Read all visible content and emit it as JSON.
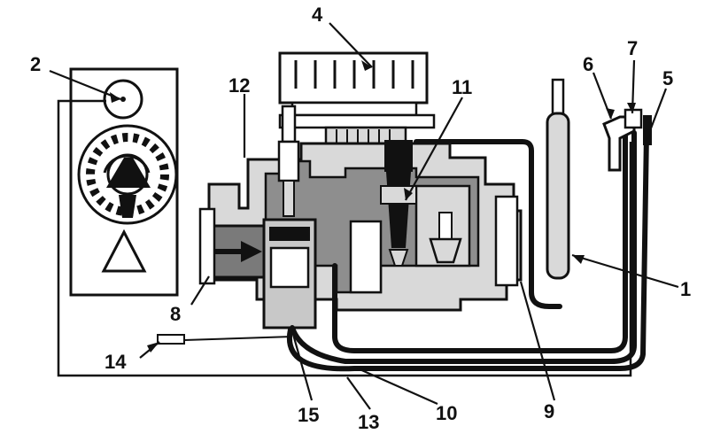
{
  "callouts": {
    "c1": "1",
    "c2": "2",
    "c4": "4",
    "c5": "5",
    "c6": "6",
    "c7": "7",
    "c8": "8",
    "c9": "9",
    "c10": "10",
    "c11": "11",
    "c12": "12",
    "c13": "13",
    "c14": "14",
    "c15": "15"
  },
  "colors": {
    "line": "#111111",
    "body_light": "#d9d9d9",
    "body_mid": "#9a9a9a",
    "body_dark": "#6e6e6e",
    "paper": "#ffffff"
  }
}
